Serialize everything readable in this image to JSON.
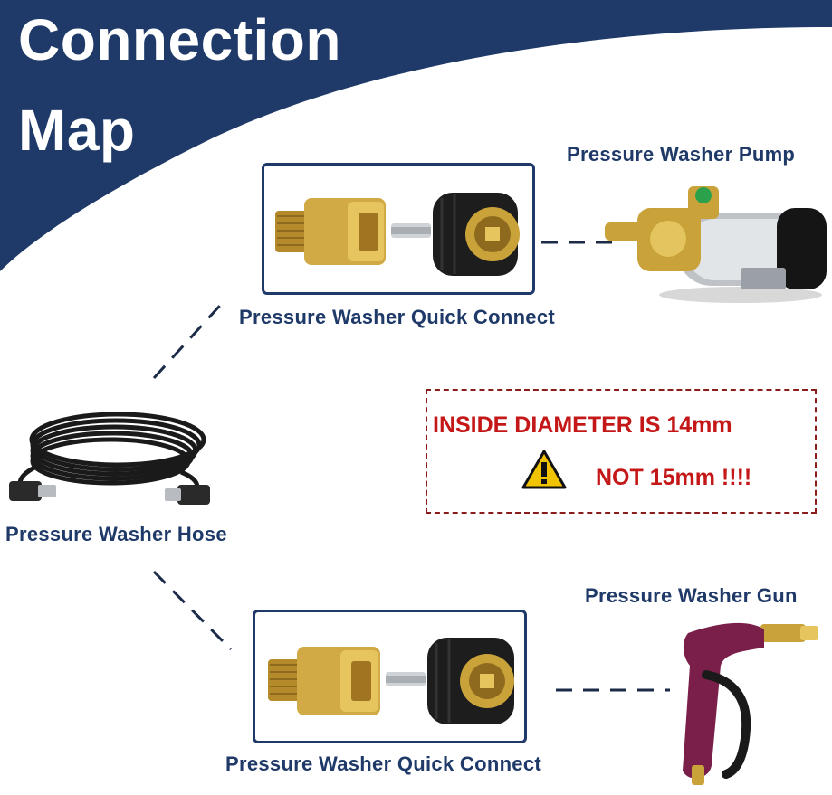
{
  "title": {
    "line1": "Connection",
    "line2": "Map"
  },
  "labels": {
    "pump": "Pressure Washer Pump",
    "quick_connect_top": "Pressure Washer Quick Connect",
    "hose": "Pressure Washer Hose",
    "gun": "Pressure Washer Gun",
    "quick_connect_bottom": "Pressure Washer Quick Connect"
  },
  "warning": {
    "line1": "INSIDE DIAMETER IS 14mm",
    "line2": "NOT 15mm !!!!"
  },
  "colors": {
    "banner": "#1f3a68",
    "label": "#1f3a68",
    "warning_text": "#c41818",
    "warning_border": "#8a1c1c",
    "brass": "#c9a23a",
    "gun": "#7a1f4a"
  },
  "icons": [
    "pump-icon",
    "quick-connect-icon",
    "hose-icon",
    "spray-gun-icon",
    "warning-triangle-icon"
  ]
}
